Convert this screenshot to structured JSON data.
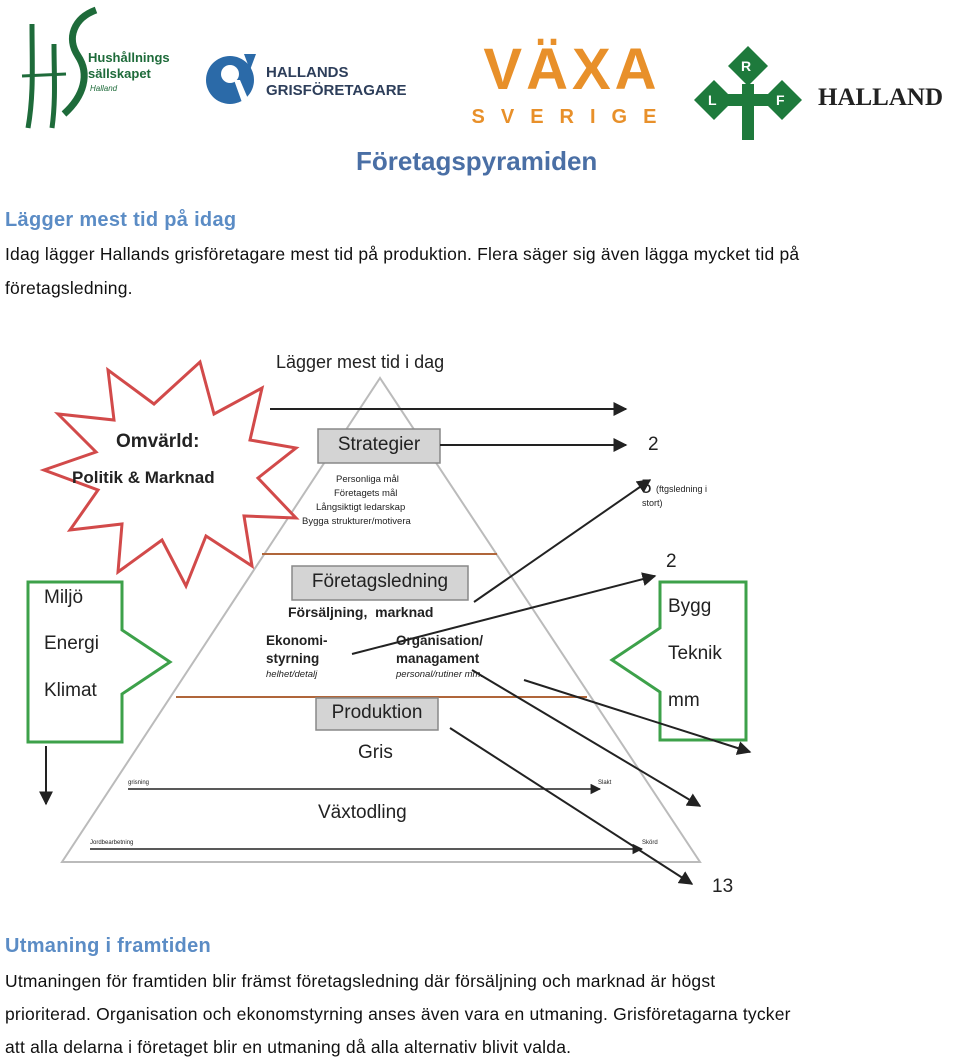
{
  "logos": {
    "hs": {
      "line1": "Hushållnings",
      "line2": "sällskapet",
      "line3": "Halland"
    },
    "hg": {
      "line1": "HALLANDS",
      "line2": "GRISFÖRETAGARE"
    },
    "vaxa": {
      "line1": "VÄXA",
      "line2": "SVERIGE"
    },
    "lrf": {
      "letters": [
        "L",
        "R",
        "F"
      ],
      "word": "HALLAND"
    }
  },
  "title": "Företagspyramiden",
  "section1": {
    "heading": "Lägger mest tid på idag",
    "line1": "Idag lägger Hallands grisföretagare mest tid på produktion. Flera säger sig även lägga mycket tid på",
    "line2": "företagsledning."
  },
  "diagram": {
    "top_label": "Lägger mest tid i dag",
    "star_line1": "Omvärld:",
    "star_line2": "Politik & Marknad",
    "left_box": [
      "Miljö",
      "Energi",
      "Klimat"
    ],
    "right_box": [
      "Bygg",
      "Teknik",
      "mm"
    ],
    "strategy": {
      "label": "Strategier",
      "items": [
        "Personliga mål",
        "Företagets mål",
        "Långsiktigt ledarskap",
        "Bygga strukturer/motivera"
      ]
    },
    "management": {
      "label": "Företagsledning",
      "sub": "Försäljning,  marknad",
      "left1": "Ekonomi-",
      "left2": "styrning",
      "left3": "helhet/detalj",
      "right1": "Organisation/",
      "right2": "managament",
      "right3": "personal/rutiner mm."
    },
    "production": {
      "label": "Produktion",
      "sub1": "Gris",
      "sub2": "Växtodling"
    },
    "tiny_left_1": "grisning",
    "tiny_right_1": "Slakt",
    "tiny_left_2": "Jordbearbetning",
    "tiny_right_2": "Skörd",
    "counts": {
      "c1": "2",
      "c2": "5",
      "c2_note1": "(ftgsledning i",
      "c2_note2": "stort)",
      "c3": "2",
      "c4": "13"
    }
  },
  "section2": {
    "heading": "Utmaning i framtiden",
    "line1": "Utmaningen för framtiden blir främst företagsledning där försäljning och marknad är högst",
    "line2": "prioriterad. Organisation och ekonomstyrning anses även vara en utmaning. Grisföretagarna tycker",
    "line3": "att alla delarna i företaget blir en utmaning då alla alternativ blivit valda."
  },
  "colors": {
    "heading_blue": "#5b8cc5",
    "title_blue": "#4a6fa5",
    "green": "#1e6b3a",
    "orange": "#e8902a",
    "star_red": "#d24a4a",
    "box_green": "#3da14a",
    "divider_brown": "#b0663a"
  }
}
